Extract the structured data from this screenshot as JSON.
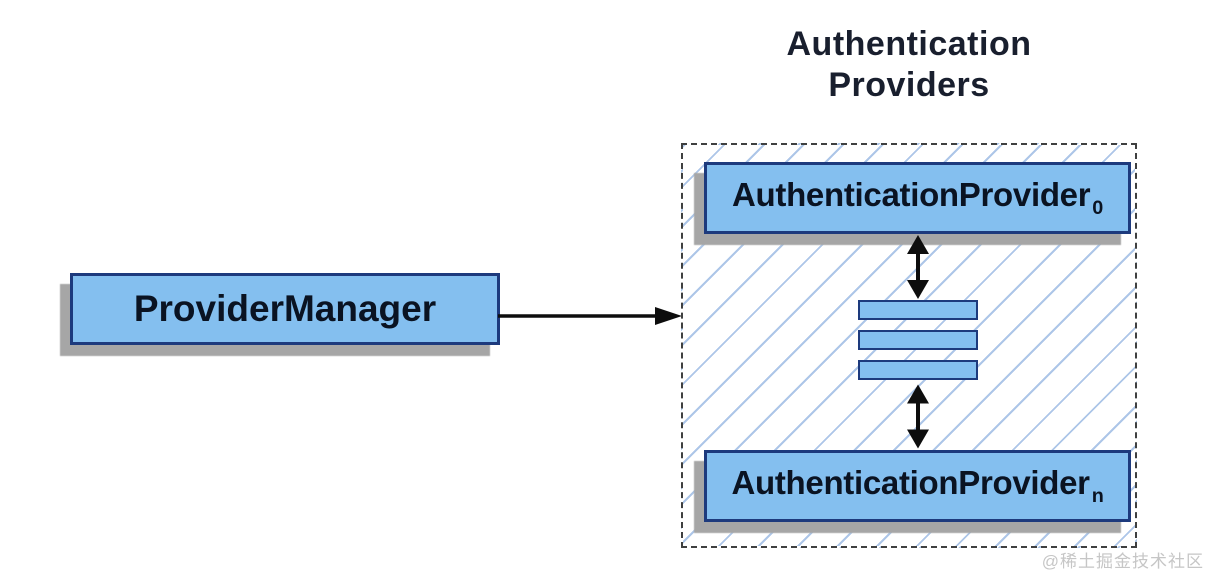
{
  "diagram": {
    "title_lines": [
      "Authentication",
      "Providers"
    ],
    "provider_manager": {
      "label": "ProviderManager"
    },
    "providers_group": {
      "provider_0": {
        "base": "AuthenticationProvider",
        "subscript": "0"
      },
      "provider_n": {
        "base": "AuthenticationProvider",
        "subscript": "n"
      },
      "ellipsis_bars": 3
    },
    "watermark": "@稀土掘金技术社区",
    "colors": {
      "box_fill": "#84bfef",
      "box_border": "#1d3a7d",
      "box_text": "#0a1322",
      "box_shadow": "#a6a6a6",
      "hatch_line": "#adc6e8",
      "container_border": "#3f4040",
      "arrow": "#0d0d0d",
      "title_text": "#191f2e",
      "watermark_text": "#c6c6c6"
    }
  }
}
